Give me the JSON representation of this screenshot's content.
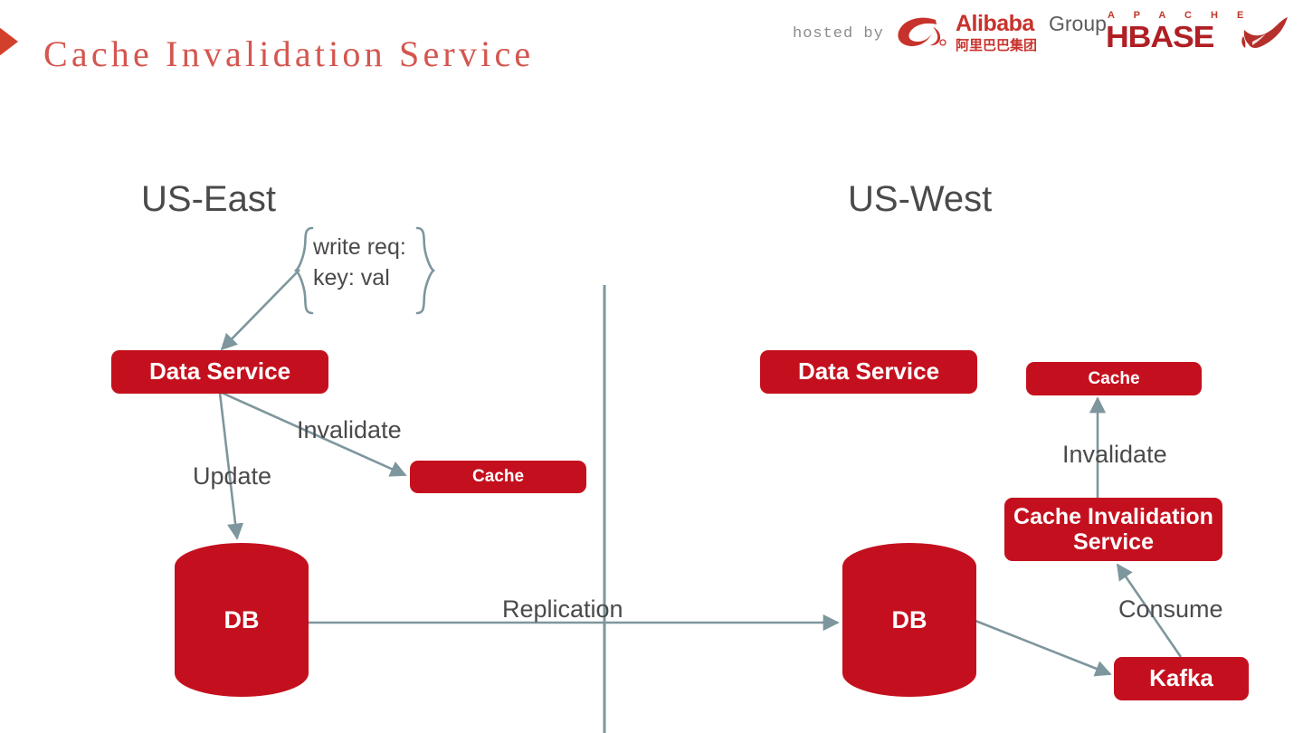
{
  "header": {
    "title": "Cache Invalidation Service",
    "title_color": "#D4564F",
    "chevron_color": "#D2402C",
    "hosted_by": "hosted by",
    "alibaba": {
      "name": "Alibaba",
      "group": "Group",
      "chinese": "阿里巴巴集团",
      "color": "#C8322C"
    },
    "hbase": {
      "apache": "A P A C H E",
      "name": "HBASE",
      "color": "#B01F24"
    }
  },
  "diagram": {
    "node_color": "#C4101E",
    "edge_color": "#7E969D",
    "regions": [
      {
        "label": "US-East"
      },
      {
        "label": "US-West"
      }
    ],
    "nodes": [
      {
        "id": "east-data-service",
        "label": "Data Service"
      },
      {
        "id": "east-cache",
        "label": "Cache"
      },
      {
        "id": "east-db",
        "label": "DB"
      },
      {
        "id": "west-data-service",
        "label": "Data Service"
      },
      {
        "id": "west-cache",
        "label": "Cache"
      },
      {
        "id": "west-cis",
        "label": "Cache Invalidation Service"
      },
      {
        "id": "west-db",
        "label": "DB"
      },
      {
        "id": "west-kafka",
        "label": "Kafka"
      }
    ],
    "callout": {
      "line1": "write req:",
      "line2": "key: val"
    },
    "edges": [
      {
        "id": "east-invalidate",
        "label": "Invalidate"
      },
      {
        "id": "east-update",
        "label": "Update"
      },
      {
        "id": "replication",
        "label": "Replication"
      },
      {
        "id": "west-invalidate",
        "label": "Invalidate"
      },
      {
        "id": "west-consume",
        "label": "Consume"
      }
    ]
  }
}
